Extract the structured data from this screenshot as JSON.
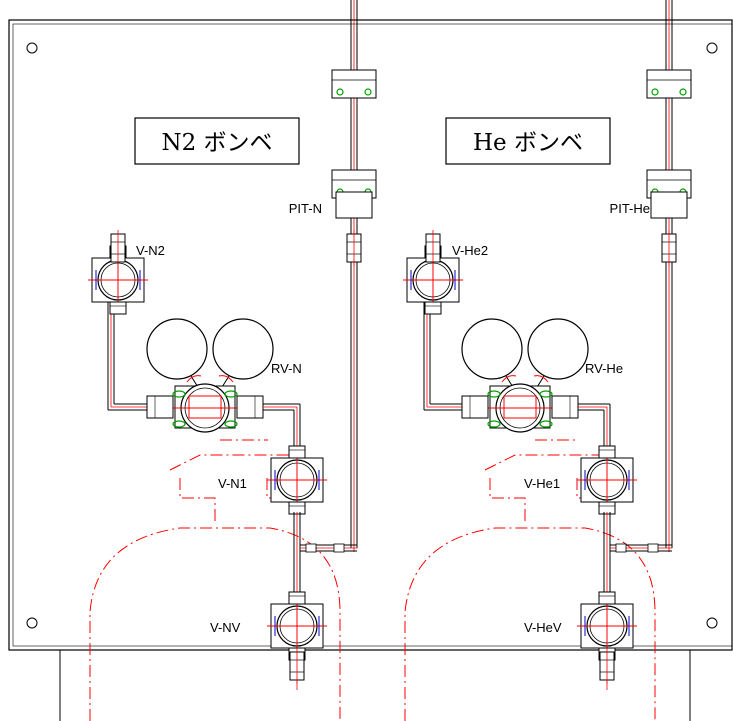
{
  "panels": [
    {
      "id": "n2",
      "title": "N2 ボンベ",
      "pit": "PIT-N",
      "v_top": "V-N2",
      "rv": "RV-N",
      "v_mid": "V-N1",
      "v_bottom": "V-NV"
    },
    {
      "id": "he",
      "title": "He ボンベ",
      "pit": "PIT-He",
      "v_top": "V-He2",
      "rv": "RV-He",
      "v_mid": "V-He1",
      "v_bottom": "V-HeV"
    }
  ],
  "colors": {
    "line": "#000000",
    "centerline": "#ff0000",
    "fitting_green": "#00a000",
    "valve_blue": "#0000cc",
    "background": "#ffffff"
  }
}
